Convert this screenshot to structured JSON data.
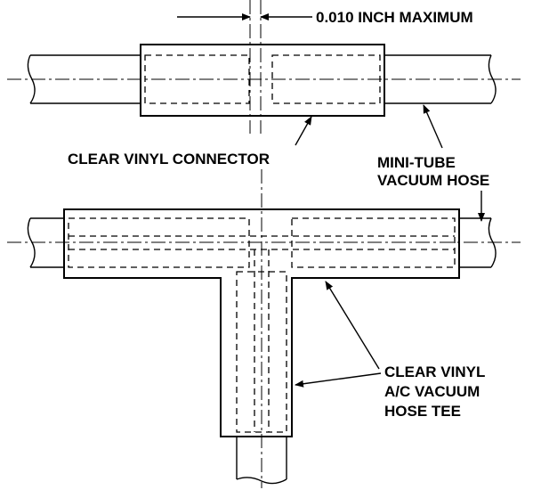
{
  "labels": {
    "clearance": "0.010 INCH MAXIMUM",
    "connector": "CLEAR VINYL CONNECTOR",
    "hose_line1": "MINI-TUBE",
    "hose_line2": "VACUUM HOSE",
    "tee_line1": "CLEAR VINYL",
    "tee_line2": "A/C VACUUM",
    "tee_line3": "HOSE TEE"
  }
}
